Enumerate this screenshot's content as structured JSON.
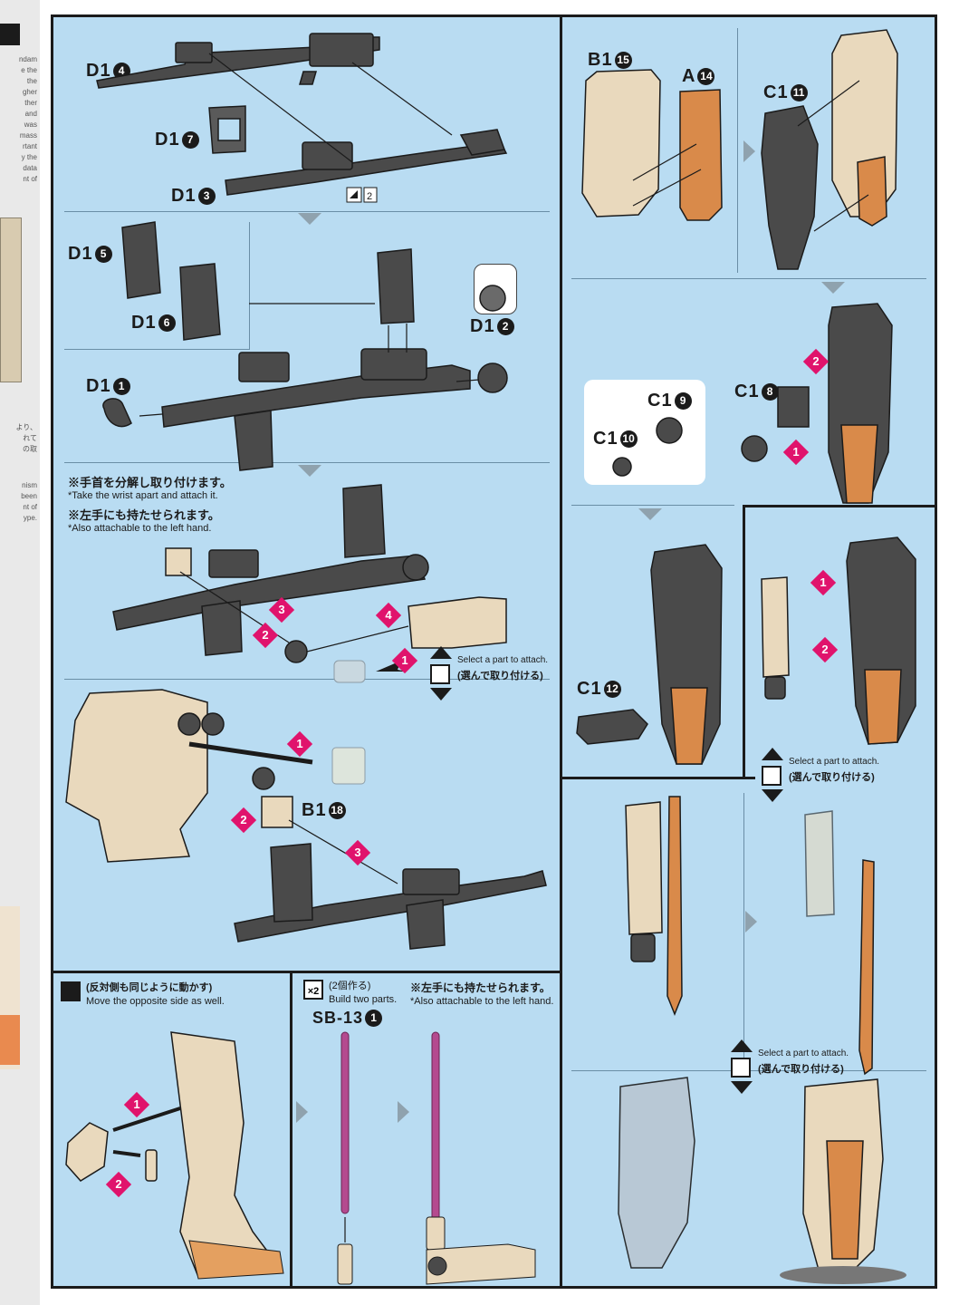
{
  "left_strip": {
    "text_lines_1": "ndam\ne the\n the\ngher\nther\n and\n was\nmass\nrtant\ny the\ndata\nnt of",
    "text_lines_2": "より、\nれて\nの取",
    "text_lines_3": "nism\nbeen\nnt of\nype."
  },
  "left_col": {
    "parts_1": {
      "d1_4": "D1",
      "d1_4_num": "4",
      "d1_7": "D1",
      "d1_7_num": "7",
      "d1_3": "D1",
      "d1_3_num": "3",
      "decal_num": "2"
    },
    "parts_2": {
      "d1_5": "D1",
      "d1_5_num": "5",
      "d1_6": "D1",
      "d1_6_num": "6",
      "d1_1": "D1",
      "d1_1_num": "1",
      "d1_2": "D1",
      "d1_2_num": "2"
    },
    "note_wrist_jp": "※手首を分解し取り付けます。",
    "note_wrist_en": "*Take the wrist apart and attach it.",
    "note_left_jp": "※左手にも持たせられます。",
    "note_left_en": "*Also attachable to the left hand.",
    "steps_3": [
      "1",
      "2",
      "3",
      "4"
    ],
    "select_en": "Select a part to attach.",
    "select_jp": "(選んで取り付ける)",
    "b1_18": "B1",
    "b1_18_num": "18",
    "steps_4": [
      "1",
      "2",
      "3"
    ]
  },
  "bottom_left": {
    "opposite_jp": "(反対側も同じように動かす)",
    "opposite_en": "Move the opposite side as well.",
    "steps": [
      "1",
      "2"
    ]
  },
  "bottom_mid": {
    "x2": "×2",
    "x2_jp": "(2個作る)",
    "x2_en": "Build two parts.",
    "sb": "SB-13",
    "sb_num": "1",
    "left_jp": "※左手にも持たせられます。",
    "left_en": "*Also attachable to the left hand."
  },
  "right_col": {
    "b1_15": "B1",
    "b1_15_num": "15",
    "a_14": "A",
    "a_14_num": "14",
    "c1_11": "C1",
    "c1_11_num": "11",
    "c1_8": "C1",
    "c1_8_num": "8",
    "c1_9": "C1",
    "c1_9_num": "9",
    "c1_10": "C1",
    "c1_10_num": "10",
    "c1_12": "C1",
    "c1_12_num": "12",
    "steps_a": [
      "2",
      "1"
    ],
    "steps_b": [
      "1",
      "2"
    ],
    "select_en": "Select a part to attach.",
    "select_jp": "(選んで取り付ける)",
    "select2_en": "Select a part to attach.",
    "select2_jp": "(選んで取り付ける)"
  },
  "colors": {
    "panel": "#b9dcf2",
    "accent": "#e0136c",
    "dark_part": "#4a4a4a",
    "tan_part": "#e9d9bd",
    "orange_part": "#d98a4a"
  }
}
